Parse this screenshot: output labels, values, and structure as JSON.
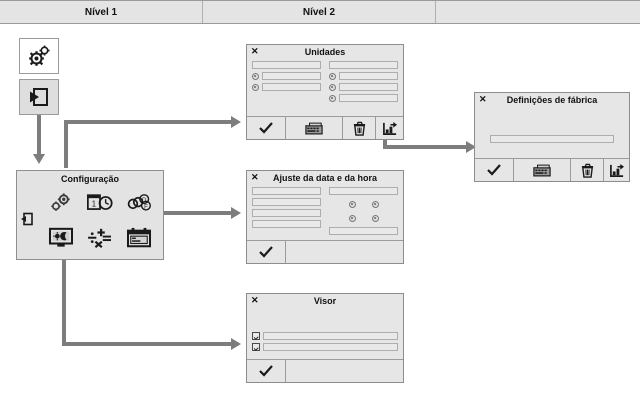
{
  "header": {
    "columns": [
      {
        "label": "Nível 1"
      },
      {
        "label": "Nível 2"
      },
      {
        "label": ""
      }
    ]
  },
  "left_menu": {
    "items": [
      {
        "name": "settings-gears-icon",
        "state": "unselected"
      },
      {
        "name": "enter-arrow-icon",
        "state": "selected"
      }
    ]
  },
  "config_panel": {
    "title": "Configuração",
    "exit_icon": "exit-arrow-icon",
    "icons": [
      {
        "name": "gears-icon"
      },
      {
        "name": "date-time-icon"
      },
      {
        "name": "units-df-icon"
      },
      {
        "name": "display-contrast-icon"
      },
      {
        "name": "math-operators-icon"
      },
      {
        "name": "screen-calendar-icon"
      }
    ]
  },
  "dialogs": {
    "unidades": {
      "title": "Unidades",
      "close_label": "✕",
      "left_column": {
        "header_bar": "",
        "rows": [
          {
            "control": "radio",
            "value": ""
          },
          {
            "control": "radio",
            "value": ""
          }
        ]
      },
      "right_column": {
        "header_bar": "",
        "rows": [
          {
            "control": "radio",
            "value": ""
          },
          {
            "control": "radio",
            "value": ""
          },
          {
            "control": "radio",
            "value": ""
          }
        ]
      },
      "buttons": [
        {
          "name": "confirm-check-button",
          "icon": "check-icon"
        },
        {
          "name": "keyboard-button",
          "icon": "keyboard-icon"
        },
        {
          "name": "delete-button",
          "icon": "trash-icon"
        },
        {
          "name": "save-button",
          "icon": "save-disk-icon"
        }
      ]
    },
    "ajuste_data_hora": {
      "title": "Ajuste da data e da hora",
      "close_label": "✕",
      "left_bars": [
        "",
        "",
        "",
        ""
      ],
      "right_top_bar": "",
      "right_radio_rows": [
        [
          "",
          ""
        ],
        [
          "",
          ""
        ]
      ],
      "right_bottom_bar": "",
      "buttons": [
        {
          "name": "confirm-check-button",
          "icon": "check-icon"
        }
      ]
    },
    "visor": {
      "title": "Visor",
      "close_label": "✕",
      "rows": [
        {
          "control": "checkbox",
          "value": ""
        },
        {
          "control": "checkbox",
          "value": ""
        }
      ],
      "buttons": [
        {
          "name": "confirm-check-button",
          "icon": "check-icon"
        }
      ]
    },
    "definicoes_fabrica": {
      "title": "Definições de fábrica",
      "close_label": "✕",
      "bars": [
        ""
      ],
      "buttons": [
        {
          "name": "confirm-check-button",
          "icon": "check-icon"
        },
        {
          "name": "keyboard-button",
          "icon": "keyboard-icon"
        },
        {
          "name": "delete-button",
          "icon": "trash-icon"
        },
        {
          "name": "save-button",
          "icon": "save-disk-icon"
        }
      ]
    }
  },
  "colors": {
    "header_bg": "#e4e4e4",
    "panel_bg": "#e3e3e3",
    "dialog_bg": "#e6e6e6",
    "connector": "#7d7d7d",
    "border": "#8f8f8f"
  }
}
